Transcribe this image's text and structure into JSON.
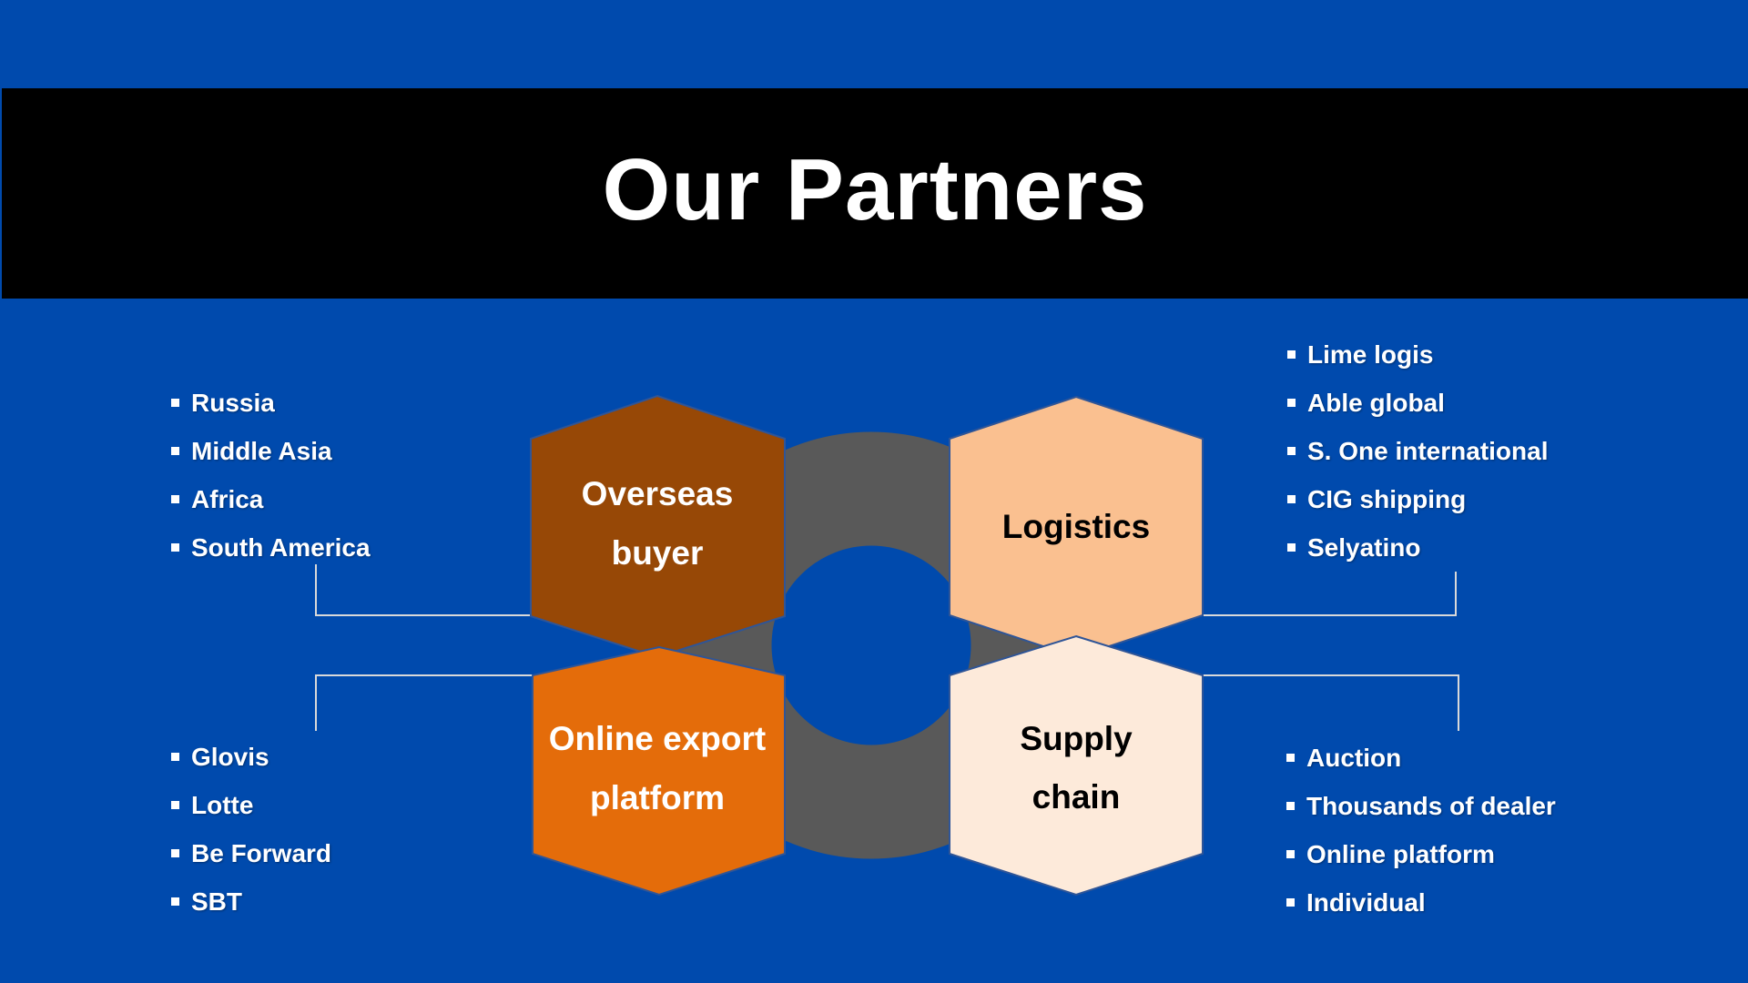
{
  "title": "Our Partners",
  "colors": {
    "background": "#004AAD",
    "title_bar": "#000000",
    "ring": "#595959",
    "connector": "#D9D9D9",
    "overseas": "#974806",
    "logistics": "#FAC090",
    "online": "#E46C0A",
    "supply": "#FDEADA"
  },
  "hexagons": {
    "overseas": {
      "line1": "Overseas",
      "line2": "buyer"
    },
    "logistics": {
      "line1": "Logistics"
    },
    "online": {
      "line1": "Online export",
      "line2": "platform"
    },
    "supply": {
      "line1": "Supply",
      "line2": "chain"
    }
  },
  "lists": {
    "overseas": [
      "Russia",
      "Middle Asia",
      "Africa",
      "South America"
    ],
    "logistics": [
      "Lime logis",
      "Able global",
      "S. One international",
      "CIG shipping",
      "Selyatino"
    ],
    "online": [
      "Glovis",
      "Lotte",
      "Be Forward",
      "SBT"
    ],
    "supply": [
      "Auction",
      "Thousands of dealer",
      "Online platform",
      "Individual"
    ]
  }
}
